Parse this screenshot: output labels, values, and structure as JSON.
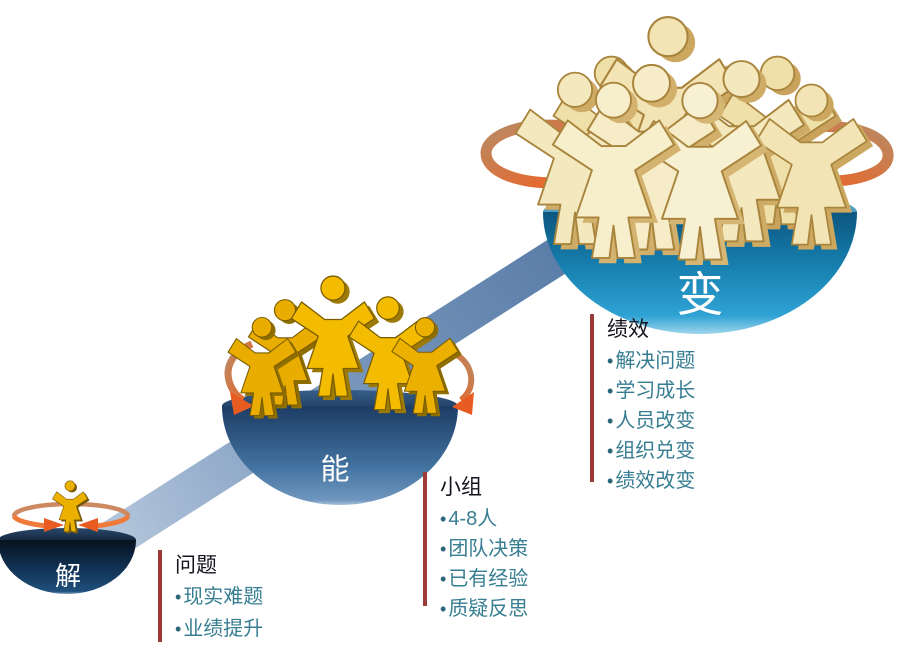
{
  "diagram": {
    "bullet_char": "•",
    "stages": [
      {
        "id": "solve",
        "character": "解",
        "header": "问题",
        "bullets": [
          "现实难题",
          "业绩提升"
        ]
      },
      {
        "id": "able",
        "character": "能",
        "header": "小组",
        "bullets": [
          "4-8人",
          "团队决策",
          "已有经验",
          "质疑反思"
        ]
      },
      {
        "id": "change",
        "character": "变",
        "header": "绩效",
        "bullets": [
          "解决问题",
          "学习成长",
          "人员改变",
          "组织兑变",
          "绩效改变"
        ]
      }
    ],
    "colors": {
      "accent_red": "#9e3b38",
      "header_text": "#14141e",
      "bullet_text": "#377e92",
      "bowl_small": "#0d2742",
      "bowl_medium": "#2c547e",
      "bowl_large": "#1a85b8",
      "figure_gold": "#f2b705",
      "figure_cream": "#f5e9c0",
      "arrow_orange": "#e8662b",
      "beam_blue": "#7b97bd"
    }
  }
}
